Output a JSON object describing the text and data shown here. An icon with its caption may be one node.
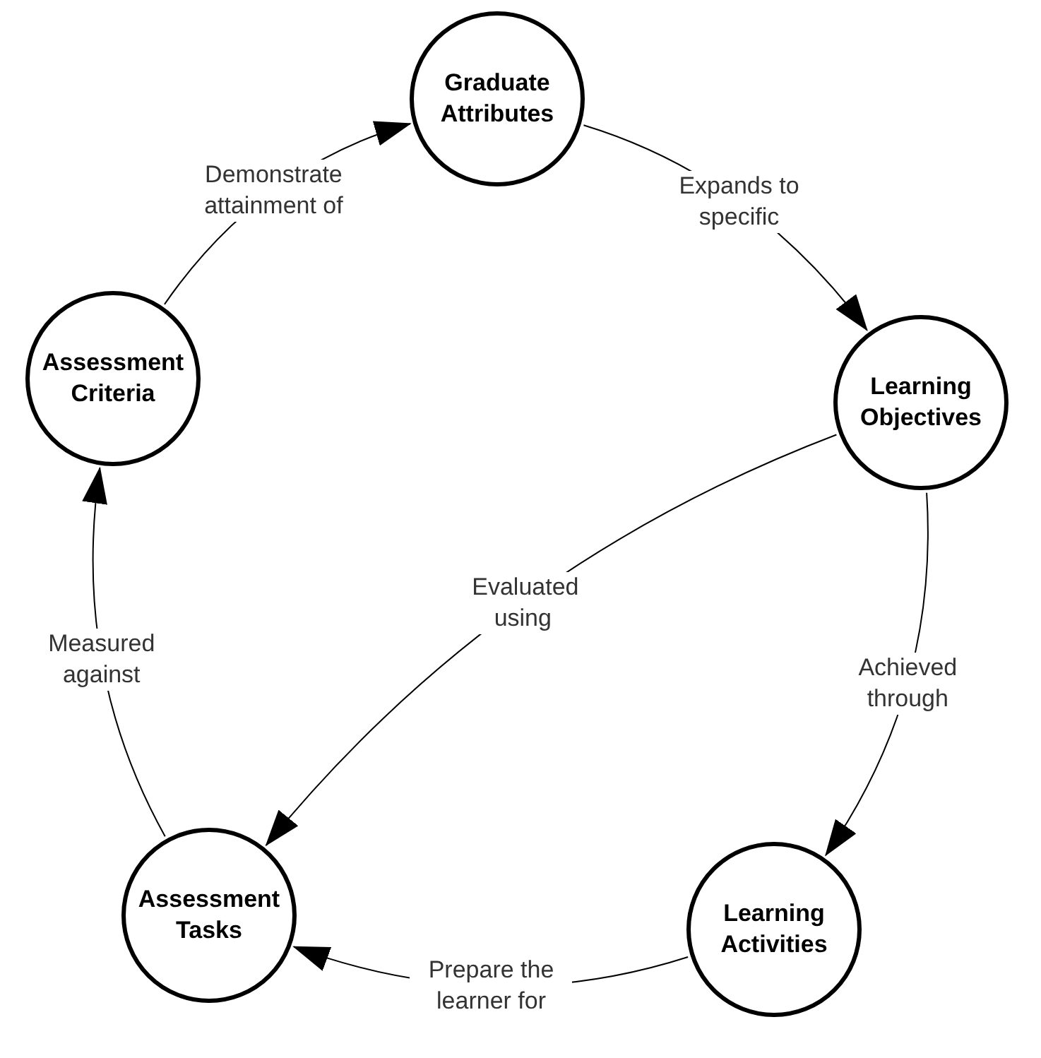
{
  "diagram": {
    "nodes": [
      {
        "text": [
          "Graduate Attributes"
        ]
      },
      {
        "text": [
          "Learning Objectives"
        ]
      },
      {
        "text": [
          "Learning Activities"
        ]
      },
      {
        "text": [
          "Assessment Tasks"
        ]
      },
      {
        "text": [
          "Assessment Criteria"
        ]
      }
    ],
    "edges": [
      {
        "from": 4,
        "to": 0,
        "arrow": "to",
        "label": "Demonstrate attainment of"
      },
      {
        "from": 0,
        "to": 1,
        "arrow": "to",
        "label": "Expands to specific"
      },
      {
        "from": 1,
        "to": 2,
        "arrow": "to",
        "label": "Achieved through"
      },
      {
        "from": 2,
        "to": 3,
        "arrow": "to",
        "label": "Prepare the learner for"
      },
      {
        "from": 3,
        "to": 4,
        "arrow": "to",
        "label": "Measured against"
      },
      {
        "from": 1,
        "to": 3,
        "arrow": "to",
        "label": "Evaluated using"
      }
    ]
  }
}
